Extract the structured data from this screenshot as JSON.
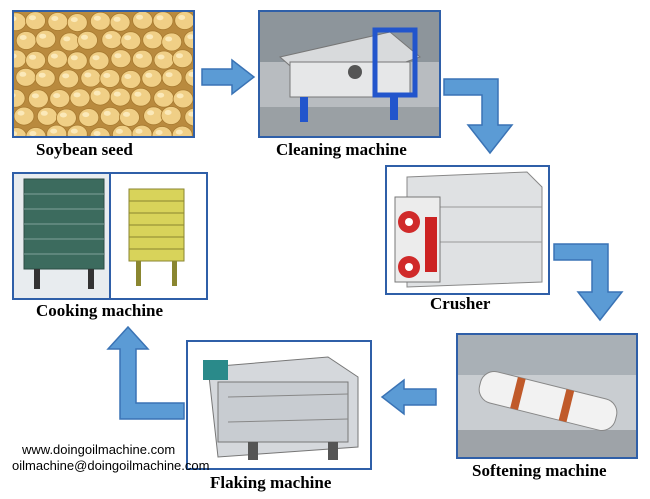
{
  "steps": {
    "soybean": "Soybean seed",
    "cleaning": "Cleaning machine",
    "crusher": "Crusher",
    "softening": "Softening machine",
    "flaking": "Flaking machine",
    "cooking": "Cooking machine"
  },
  "contact": {
    "website": "www.doingoilmachine.com",
    "email": "oilmachine@doingoilmachine.com"
  },
  "colors": {
    "arrow": "#5b9bd5",
    "arrow_outline": "#3a73b5",
    "panel_border": "#2f5fa8"
  }
}
